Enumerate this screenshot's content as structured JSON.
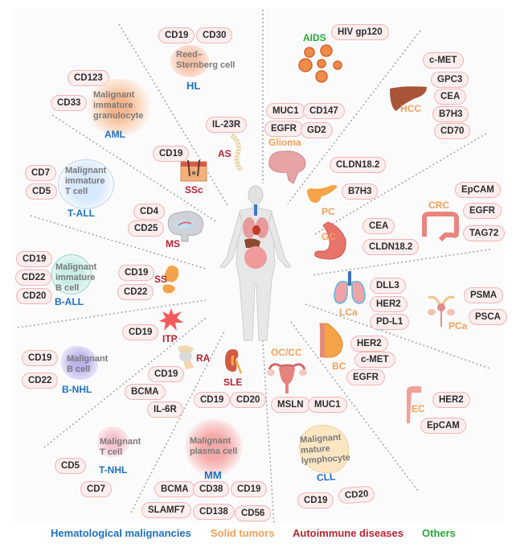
{
  "colors": {
    "hematological": "#1e6fbf",
    "solid_tumor": "#f5a05a",
    "autoimmune": "#b5232f",
    "others": "#27a83a",
    "pill_fill": "#fdeeee",
    "pill_border": "#f2b3b3"
  },
  "diseases": {
    "hl": {
      "label": "HL",
      "cell": [
        "Reed–",
        "Sternberg cell"
      ],
      "targets": [
        "CD19",
        "CD30"
      ]
    },
    "aml": {
      "label": "AML",
      "cell": [
        "Malignant",
        "immature",
        "granulocyte"
      ],
      "targets": [
        "CD123",
        "CD33"
      ]
    },
    "tall": {
      "label": "T-ALL",
      "cell": [
        "Malignant",
        "immature",
        "T cell"
      ],
      "targets": [
        "CD7",
        "CD5"
      ]
    },
    "ball": {
      "label": "B-ALL",
      "cell": [
        "Malignant",
        "immature",
        "B cell"
      ],
      "targets": [
        "CD19",
        "CD22",
        "CD20"
      ]
    },
    "bnhl": {
      "label": "B-NHL",
      "cell": [
        "Malignant",
        "B cell"
      ],
      "targets": [
        "CD19",
        "CD22"
      ]
    },
    "tnhl": {
      "label": "T-NHL",
      "cell": [
        "Malignant",
        "T cell"
      ],
      "targets": [
        "CD5",
        "CD7"
      ]
    },
    "mm": {
      "label": "MM",
      "cell": [
        "Malignant",
        "plasma cell"
      ],
      "targets": [
        "BCMA",
        "CD38",
        "CD19",
        "SLAMF7",
        "CD138",
        "CD56"
      ]
    },
    "cll": {
      "label": "CLL",
      "cell": [
        "Malignant",
        "mature",
        "lymphocyte"
      ],
      "targets": [
        "CD19",
        "CD20"
      ]
    },
    "as": {
      "label": "AS",
      "targets": [
        "IL-23R"
      ]
    },
    "ssc": {
      "label": "SSc",
      "targets": [
        "CD19"
      ]
    },
    "ms": {
      "label": "MS",
      "targets": [
        "CD4",
        "CD25"
      ]
    },
    "ss": {
      "label": "SS",
      "targets": [
        "CD19",
        "CD22"
      ]
    },
    "itp": {
      "label": "ITP",
      "targets": [
        "CD19"
      ]
    },
    "ra": {
      "label": "RA",
      "targets": [
        "CD19",
        "BCMA",
        "IL-6R"
      ]
    },
    "sle": {
      "label": "SLE",
      "targets": [
        "CD19",
        "CD20"
      ]
    },
    "aids": {
      "label": "AIDS",
      "targets": [
        "HIV gp120"
      ]
    },
    "glioma": {
      "label": "Glioma",
      "targets": [
        "MUC1",
        "CD147",
        "EGFR",
        "GD2"
      ]
    },
    "hcc": {
      "label": "HCC",
      "targets": [
        "c-MET",
        "GPC3",
        "CEA",
        "B7H3",
        "CD70"
      ]
    },
    "pc": {
      "label": "PC",
      "targets": [
        "CLDN18.2",
        "B7H3"
      ]
    },
    "crc": {
      "label": "CRC",
      "targets": [
        "EpCAM",
        "EGFR",
        "TAG72"
      ]
    },
    "gc": {
      "label": "GC",
      "targets": [
        "CEA",
        "CLDN18.2"
      ]
    },
    "lca": {
      "label": "LCa",
      "targets": [
        "DLL3",
        "HER2",
        "PD-L1"
      ]
    },
    "pca": {
      "label": "PCa",
      "targets": [
        "PSMA",
        "PSCA"
      ]
    },
    "bc": {
      "label": "BC",
      "targets": [
        "HER2",
        "c-MET",
        "EGFR"
      ]
    },
    "occc": {
      "label": "OC/CC",
      "targets": [
        "MSLN",
        "MUC1"
      ]
    },
    "ec": {
      "label": "EC",
      "targets": [
        "HER2",
        "EpCAM"
      ]
    }
  },
  "legend": {
    "hematological": "Hematological malignancies",
    "solid": "Solid tumors",
    "autoimmune": "Autoimmune diseases",
    "others": "Others"
  }
}
